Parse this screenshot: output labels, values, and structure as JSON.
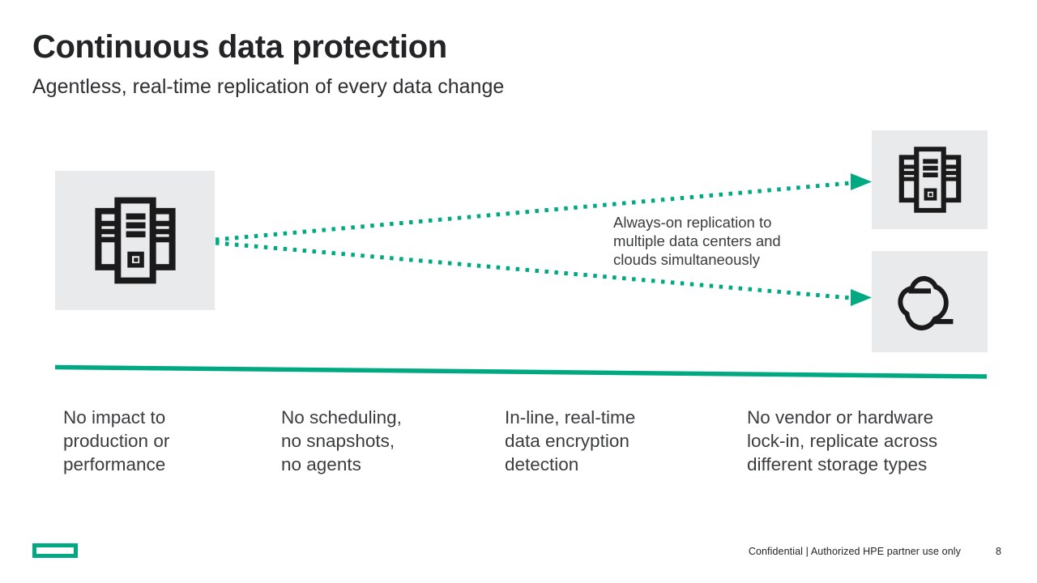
{
  "slide": {
    "title": "Continuous data protection",
    "subtitle": "Agentless, real-time replication of every data change",
    "footer": "Confidential | Authorized HPE partner use only",
    "page_number": "8"
  },
  "diagram": {
    "source_icon": "datacenter-icon",
    "target_top_icon": "datacenter-icon",
    "target_bottom_icon": "cloud-icon",
    "annotation": "Always-on replication to\nmultiple data centers and\nclouds simultaneously",
    "arrow_style": "dotted",
    "arrow_direction": "left-to-right"
  },
  "benefits": [
    {
      "text": "No impact to\nproduction or\nperformance"
    },
    {
      "text": "No scheduling,\nno snapshots,\nno agents"
    },
    {
      "text": "In-line, real-time\ndata encryption\ndetection"
    },
    {
      "text": "No vendor or hardware\nlock-in, replicate across\ndifferent storage types"
    }
  ],
  "colors": {
    "accent_green": "#01A982",
    "box_gray": "#E9EAEB",
    "icon_stroke": "#1A1A1A",
    "text_dark": "#232426",
    "text_body": "#3A3C3E"
  },
  "icons": {
    "logo": "hpe-logo-mark",
    "source": "datacenter-icon",
    "target_top": "datacenter-icon",
    "target_bottom": "cloud-icon"
  }
}
